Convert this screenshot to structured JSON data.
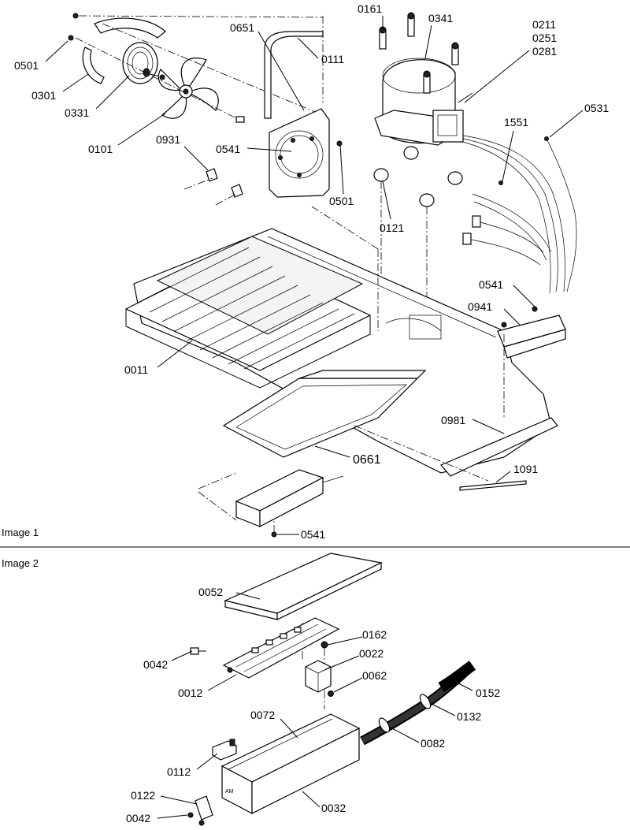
{
  "captions": {
    "image1": "Image 1",
    "image2": "Image 2"
  },
  "image1_labels": [
    "0161",
    "0341",
    "0211",
    "0251",
    "0281",
    "0651",
    "0111",
    "0501",
    "0301",
    "0331",
    "0101",
    "0931",
    "0541",
    "0501",
    "0121",
    "1551",
    "0531",
    "0541",
    "0941",
    "0011",
    "0661",
    "0981",
    "1091",
    "0541"
  ],
  "image2_labels": [
    "0052",
    "0042",
    "0162",
    "0022",
    "0012",
    "0062",
    "0152",
    "0072",
    "0132",
    "0082",
    "0112",
    "0122",
    "0042",
    "0032"
  ]
}
